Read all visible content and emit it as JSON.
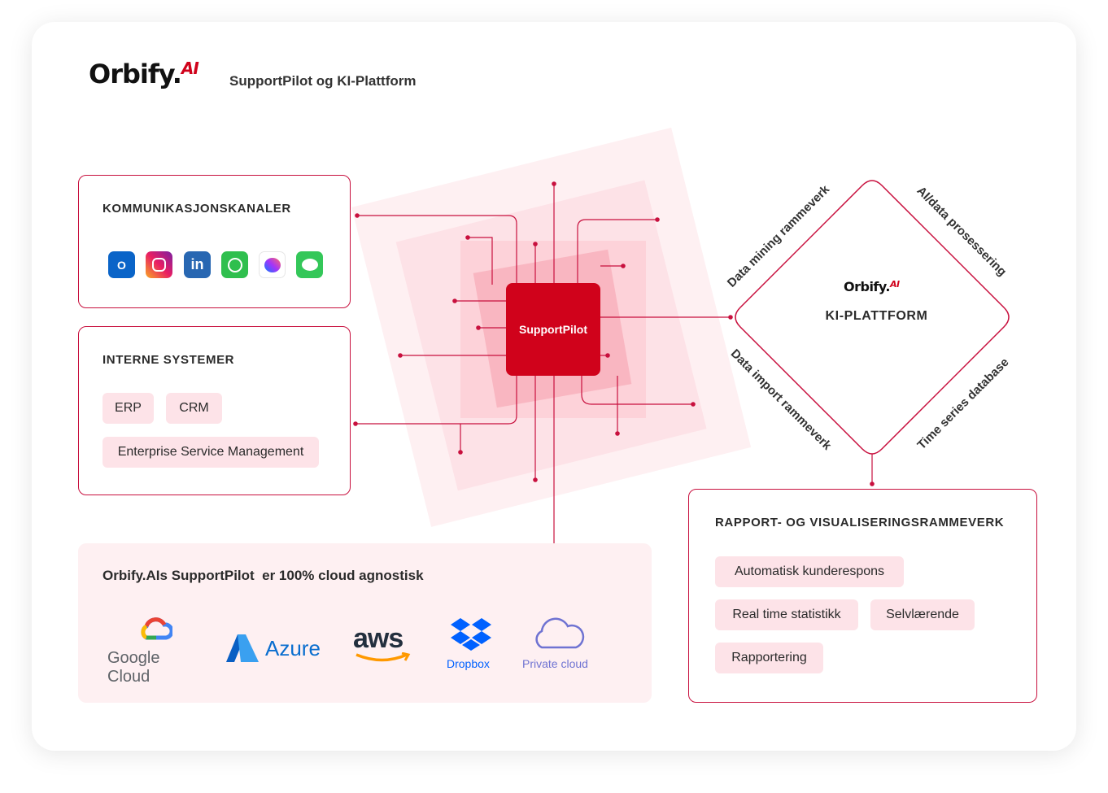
{
  "header": {
    "logo_text": "Orbify.",
    "logo_ai": "AI",
    "subtitle": "SupportPilot og KI-Plattform"
  },
  "channels": {
    "title": "KOMMUNIKASJONSKANALER",
    "icons": [
      "outlook-icon",
      "instagram-icon",
      "linkedin-icon",
      "whatsapp-icon",
      "messenger-icon",
      "messages-icon"
    ]
  },
  "internal": {
    "title": "INTERNE SYSTEMER",
    "chips": [
      "ERP",
      "CRM",
      "Enterprise Service Management"
    ]
  },
  "core": {
    "label": "SupportPilot"
  },
  "platform": {
    "logo_text": "Orbify.",
    "logo_ai": "AI",
    "title": "KI-PLATTFORM",
    "edges": {
      "top_left": "Data mining rammeverk",
      "top_right": "AI/data prosessering",
      "bottom_left": "Data import rammeverk",
      "bottom_right": "Time series database"
    }
  },
  "report": {
    "title": "RAPPORT- OG VISUALISERINGSRAMMEVERK",
    "chips": [
      "Automatisk kunderespons",
      "Real time statistikk",
      "Selvlærende",
      "Rapportering"
    ]
  },
  "cloud": {
    "title": "Orbify.AIs SupportPilot  er 100% cloud agnostisk",
    "providers": {
      "google": "Google Cloud",
      "azure": "Azure",
      "aws": "aws",
      "dropbox": "Dropbox",
      "private": "Private cloud"
    }
  },
  "colors": {
    "accent": "#d0021b",
    "line": "#c8103e",
    "chip": "#fde3e8",
    "panel": "#fef0f2"
  }
}
